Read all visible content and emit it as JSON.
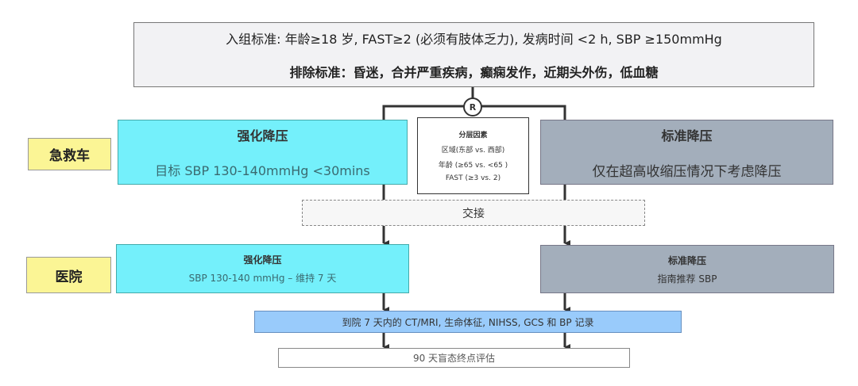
{
  "criteria": {
    "inclusion": "入组标准: 年龄≥18 岁, FAST≥2 (必须有肢体乏力), 发病时间  <2 h, SBP  ≥150mmHg",
    "exclusion": "排除标准：昏迷，合并严重疾病，癫痫发作，近期头外伤，低血糖"
  },
  "randomize": "R",
  "stages": {
    "ambulance": "急救车",
    "hospital": "医院"
  },
  "ambulance": {
    "intensive_title": "强化降压",
    "intensive_text": "目标 SBP 130-140mmHg <30mins",
    "standard_title": "标准降压",
    "standard_text": "仅在超高收缩压情况下考虑降压"
  },
  "strat": {
    "title": "分层因素",
    "items": [
      "区域(东部 vs. 西部)",
      "年龄 (≥65 vs. <65 )",
      "FAST (≥3 vs. 2)"
    ]
  },
  "handover": "交接",
  "hospital": {
    "intensive_title": "强化降压",
    "intensive_text": "SBP 130-140 mmHg – 维持 7 天",
    "standard_title": "标准降压",
    "standard_text": "指南推荐 SBP"
  },
  "records": "到院 7 天内的 CT/MRI, 生命体征, NIHSS, GCS 和 BP 记录",
  "endpoint": "90 天盲态终点评估",
  "colors": {
    "intensive": "#74f0fb",
    "standard": "#a3aebb",
    "label": "#fbf595",
    "records": "#99cbfb"
  }
}
